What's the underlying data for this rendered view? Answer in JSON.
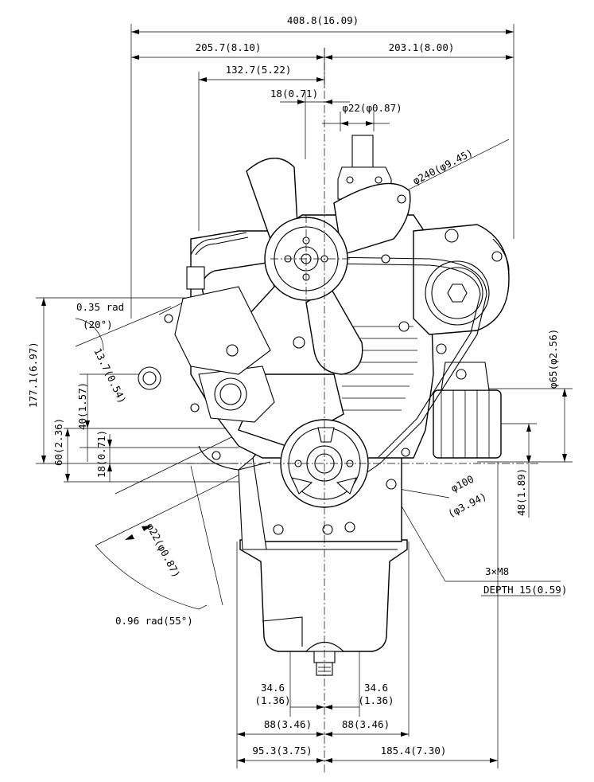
{
  "drawing": {
    "dims": {
      "overall_width": "408.8(16.09)",
      "left_width": "205.7(8.10)",
      "right_width": "203.1(8.00)",
      "left_offset": "132.7(5.22)",
      "offset_18": "18(0.71)",
      "phi22_top": "φ22(φ0.87)",
      "fan_dia": "φ240(φ9.45)",
      "angle_035": "0.35 rad",
      "angle_035_deg": "(20°)",
      "dim_137": "13.7(0.54)",
      "dim_1771": "177.1(6.97)",
      "dim_40": "40(1.57)",
      "dim_60": "60(2.36)",
      "dim_18_left": "18(0.71)",
      "phi65": "φ65(φ2.56)",
      "dim_48": "48(1.89)",
      "phi100_a": "φ100",
      "phi100_b": "(φ3.94)",
      "phi22_left": "φ22(φ0.87)",
      "thread": "3×M8",
      "depth": "DEPTH  15(0.59)",
      "angle_096": "0.96 rad(55°)",
      "dim_346_l_a": "34.6",
      "dim_346_l_b": "(1.36)",
      "dim_346_r_a": "34.6",
      "dim_346_r_b": "(1.36)",
      "dim_88_l": "88(3.46)",
      "dim_88_r": "88(3.46)",
      "dim_953": "95.3(3.75)",
      "dim_1854": "185.4(7.30)"
    }
  }
}
